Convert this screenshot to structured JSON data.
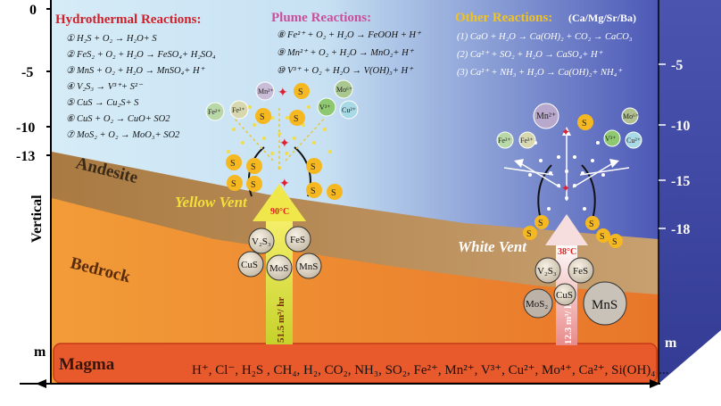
{
  "axis": {
    "left_ticks": [
      "0",
      "-5",
      "-10",
      "-13"
    ],
    "right_ticks": [
      "-5",
      "-10",
      "-15",
      "-18"
    ],
    "left_unit": "m",
    "right_unit": "m",
    "vertical_label": "Vertical"
  },
  "sections": {
    "hydro_title": "Hydrothermal Reactions:",
    "plume_title": "Plume Reactions:",
    "other_title": "Other Reactions:",
    "other_subtitle": "(Ca/Mg/Sr/Ba)"
  },
  "hydro_reactions": [
    "① H₂S + O₂ → H₂O+ S",
    "② FeS₂ + O₂ + H₂O → FeSO₄+ H₂SO₄",
    "③ MnS + O₂ + H₂O → MnSO₄+ H⁺",
    "④ V₂S₃ → V³⁺+ S²⁻",
    "⑤ CuS → Cu₂S+ S",
    "⑥ CuS + O₂ → CuO+ SO2",
    "⑦ MoS₂ + O₂ → MoO₃+ SO2"
  ],
  "plume_reactions": [
    "⑧ Fe²⁺ + O₂ + H₂O → FeOOH + H⁺",
    "⑨ Mn²⁺ + O₂ + H₂O → MnO₂+ H⁺",
    "⑩ V³⁺ + O₂ + H₂O → V(OH)₃+ H⁺"
  ],
  "other_reactions": [
    "(1) CaO + H₂O → Ca(OH)₂ + CO₂ → CaCO₃",
    "(2) Ca²⁺ + SO₂ + H₂O → CaSO₄+ H⁺",
    "(3) Ca²⁺ + NH₃ + H₂O → Ca(OH)₂+ NH₄⁺"
  ],
  "layers": {
    "andesite": "Andesite",
    "bedrock": "Bedrock",
    "magma": "Magma"
  },
  "yellow_vent": {
    "label": "Yellow Vent",
    "temp": "90°C",
    "flow": "51.5 m³/ hr",
    "minerals": [
      "V₂S₃",
      "FeS",
      "CuS",
      "MoS",
      "MnS"
    ],
    "plume_ions": [
      "Mn²⁺",
      "Mo⁶⁺",
      "Fe²⁺",
      "Fe³⁺",
      "V³⁺",
      "Cu²⁺"
    ],
    "sulfur": "S"
  },
  "white_vent": {
    "label": "White Vent",
    "temp": "38°C",
    "flow": "12.3 m³/ hr",
    "minerals": [
      "V₂S₃",
      "FeS",
      "MoS₂",
      "CuS",
      "MnS"
    ],
    "plume_ions": [
      "Mn²⁺",
      "Mo⁶⁺",
      "Fe²⁺",
      "Fe³⁺",
      "V³⁺",
      "Cu²⁺"
    ],
    "sulfur": "S"
  },
  "magma_species": "H⁺, Cl⁻, H₂S , CH₄, H₂, CO₂, NH₃, SO₂, Fe²⁺, Mn²⁺, V³⁺, Cu²⁺, Mo⁴⁺, Ca²⁺, Si(OH)₄ ...",
  "colors": {
    "hydro_title": "#d0202a",
    "plume_title": "#c8509a",
    "other_title": "#f2c21e",
    "yellow_vent": "#f2df3a",
    "white_vent": "#f3f3f3",
    "temp": "#e02020"
  }
}
